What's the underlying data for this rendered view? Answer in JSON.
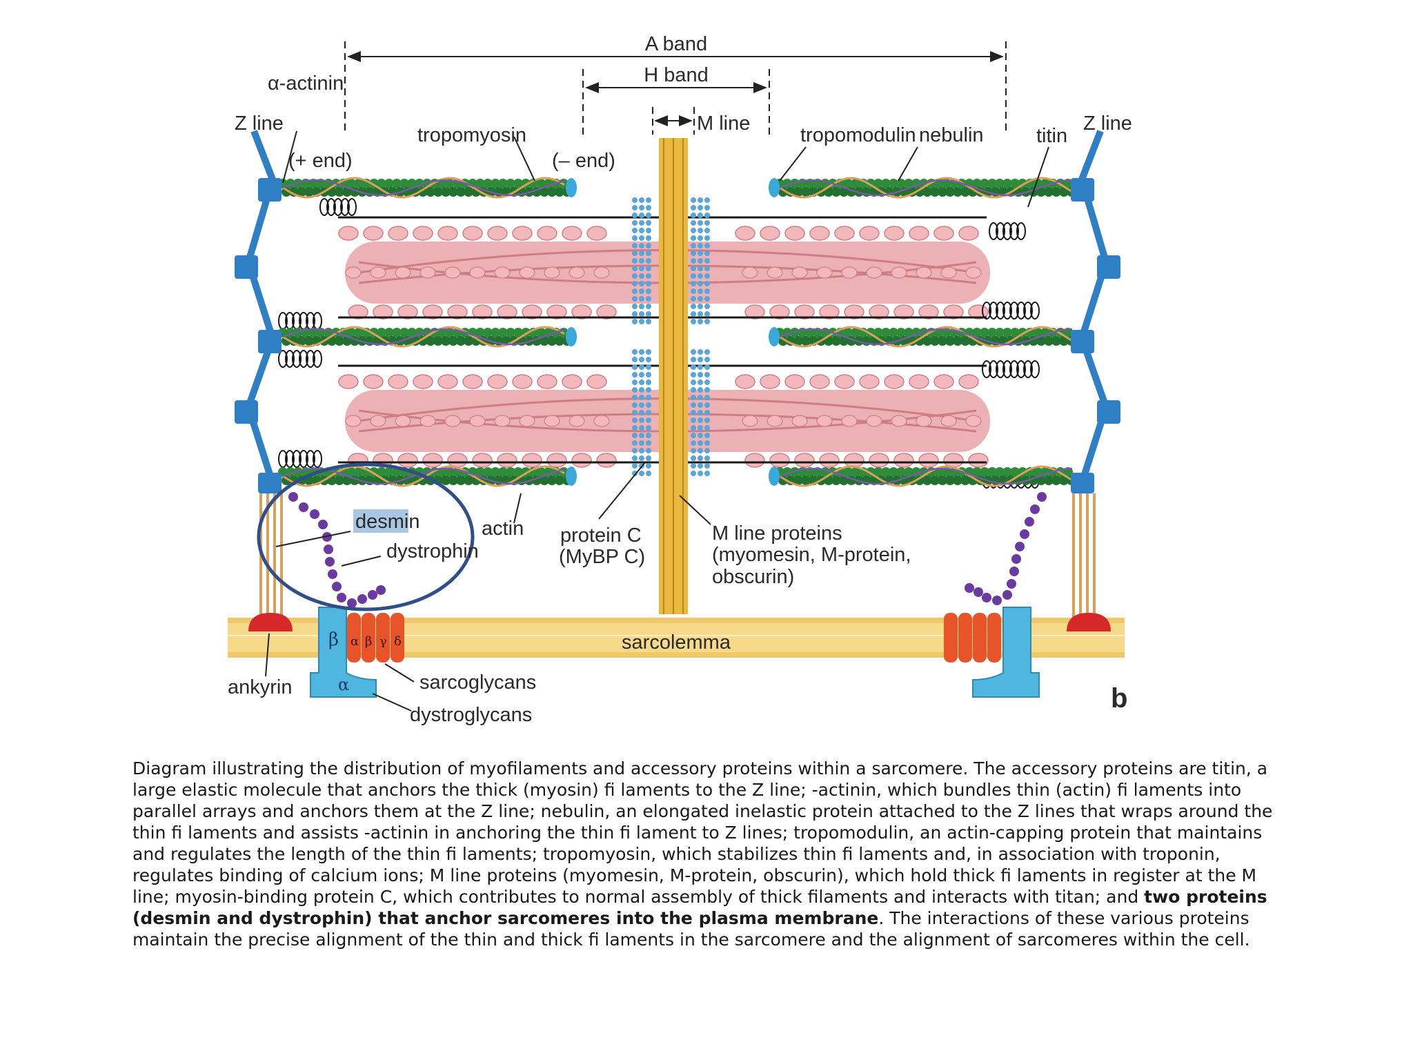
{
  "figure": {
    "labels": {
      "a_band": "A band",
      "h_band": "H band",
      "m_line": "M line",
      "alpha_actinin": "α-actinin",
      "z_line_left": "Z line",
      "z_line_right": "Z line",
      "plus_end": "(+ end)",
      "tropomyosin": "tropomyosin",
      "minus_end": "(– end)",
      "tropomodulin": "tropomodulin",
      "nebulin": "nebulin",
      "titin": "titin",
      "desmin": "desmin",
      "dystrophin": "dystrophin",
      "actin": "actin",
      "protein_c_line1": "protein C",
      "protein_c_line2": "(MyBP C)",
      "m_line_proteins_line1": "M line proteins",
      "m_line_proteins_line2": "(myomesin, M-protein,",
      "m_line_proteins_line3": "obscurin)",
      "sarcolemma": "sarcolemma",
      "ankyrin": "ankyrin",
      "sarcoglycans": "sarcoglycans",
      "dystroglycans": "dystroglycans",
      "panel_letter": "b",
      "dg_beta": "β",
      "dg_alpha": "α",
      "sg_alpha": "α",
      "sg_beta": "β",
      "sg_gamma": "γ",
      "sg_delta": "δ"
    },
    "colors": {
      "z_line": "#2f7fc4",
      "actin": "#2e8b3a",
      "tropomyosin": "#d9a05b",
      "nebulin": "#7a5aa8",
      "myosin": "#e8a3a8",
      "myosin_head": "#f2b8bc",
      "m_line": "#e8b93c",
      "protein_c": "#5aa5d8",
      "tropomodulin": "#3aa8d8",
      "sarcolemma": "#f7d98a",
      "sarcoglycans": "#e8542a",
      "dystroglycans": "#4fb6e0",
      "ankyrin": "#d62828",
      "dystrophin": "#6b3aa0",
      "highlight_circle": "#2f4f86",
      "desmin_highlight": "#a9c6e2"
    }
  },
  "caption": {
    "part1": "Diagram illustrating the distribution of myofilaments and accessory proteins within a sarcomere. The accessory proteins are titin, a large elastic molecule that anchors the thick (myosin) fi laments to the Z line; -actinin, which bundles thin (actin) fi laments into parallel arrays and anchors them at the Z line; nebulin, an elongated inelastic protein attached to the Z lines that wraps around the thin fi laments and assists -actinin in anchoring the thin fi lament to Z lines; tropomodulin, an actin-capping protein that maintains and regulates the length of the thin fi laments; tropomyosin, which stabilizes thin fi laments and, in association with troponin, regulates binding of calcium ions; M line proteins (myomesin, M-protein, obscurin), which hold thick fi laments in register at the M line; myosin-binding protein C, which contributes to normal assembly of thick filaments and interacts with titan; and ",
    "bold": "two proteins (desmin and dystrophin) that anchor sarcomeres into the plasma membrane",
    "part2": ". The interactions of these various proteins maintain the precise alignment of the thin and thick fi laments in the sarcomere and the alignment of sarcomeres within the cell."
  }
}
